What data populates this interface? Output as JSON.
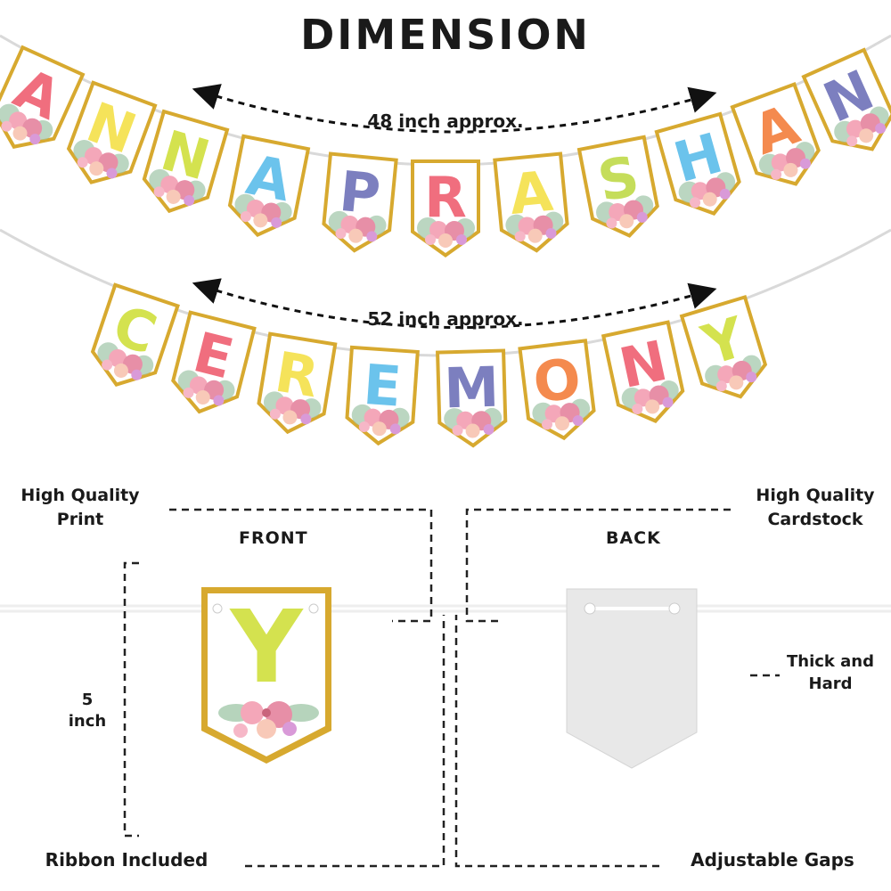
{
  "title": "DIMENSION",
  "banner1": {
    "measurement": "48 inch approx.",
    "letters": [
      "A",
      "N",
      "N",
      "A",
      "P",
      "R",
      "A",
      "S",
      "H",
      "A",
      "N"
    ]
  },
  "banner2": {
    "measurement": "52 inch approx.",
    "letters": [
      "C",
      "E",
      "R",
      "E",
      "M",
      "O",
      "N",
      "Y"
    ]
  },
  "detail": {
    "front_label": "FRONT",
    "back_label": "BACK",
    "front_letter": "Y",
    "print_label": "High Quality Print",
    "cardstock_label": "High Quality Cardstock",
    "thick_label": "Thick and Hard",
    "size_label": "5 inch",
    "ribbon_label": "Ribbon Included",
    "gaps_label": "Adjustable Gaps"
  },
  "colors": {
    "gold": "#d7a92f",
    "pink": "#f06e7e",
    "yellow": "#f5e35a",
    "lime": "#d4e24f",
    "blue": "#6bc3ec",
    "purple": "#7c7fbf",
    "orange": "#f48a4e",
    "green": "#c5dd5a"
  }
}
